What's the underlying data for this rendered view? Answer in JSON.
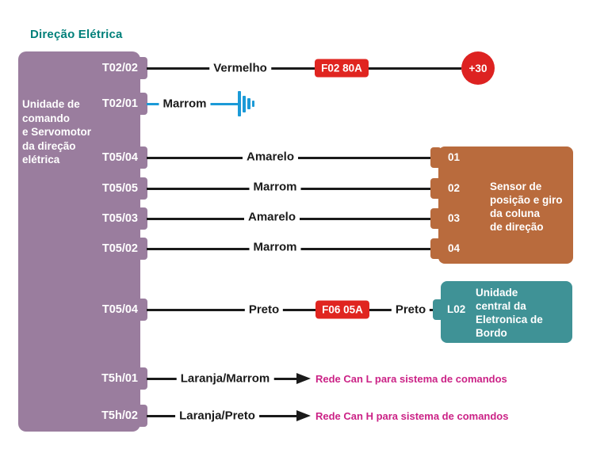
{
  "title": "Direção Elétrica",
  "left_unit": {
    "name_lines": [
      "Unidade de",
      "comando",
      "e Servomotor",
      "da direção",
      "elétrica"
    ],
    "terminals": [
      "T02/02",
      "T02/01",
      "T05/04",
      "T05/05",
      "T05/03",
      "T05/02",
      "T05/04",
      "T5h/01",
      "T5h/02"
    ]
  },
  "wires": {
    "vermelho": {
      "label": "Vermelho",
      "fuse": "F02 80A",
      "terminal": "+30"
    },
    "marrom_ground": {
      "label": "Marrom"
    },
    "amarelo_01": {
      "label": "Amarelo"
    },
    "marrom_02": {
      "label": "Marrom"
    },
    "amarelo_03": {
      "label": "Amarelo"
    },
    "marrom_04": {
      "label": "Marrom"
    },
    "preto": {
      "label_left": "Preto",
      "fuse": "F06 05A",
      "label_right": "Preto"
    },
    "can_l": {
      "label": "Laranja/Marrom",
      "note": "Rede Can L para sistema de comandos"
    },
    "can_h": {
      "label": "Laranja/Preto",
      "note": "Rede Can H para sistema de comandos"
    }
  },
  "sensor_unit": {
    "terminals": [
      "01",
      "02",
      "03",
      "04"
    ],
    "name_lines": [
      "Sensor de",
      "posição e giro",
      "da coluna",
      "de direção"
    ]
  },
  "central_unit": {
    "terminal": "L02",
    "name_lines": [
      "Unidade",
      "central da",
      "Eletronica de",
      "Bordo"
    ]
  },
  "colors": {
    "title": "#00807A",
    "unit_box": "#9A7D9E",
    "sensor_box": "#B96B3D",
    "central_box": "#3F9296",
    "fuse": "#E02520",
    "terminal_30": "#DD2221",
    "wire": "#1a1a1a",
    "ground_wire": "#1B9AD7",
    "can_note": "#CB2286"
  }
}
